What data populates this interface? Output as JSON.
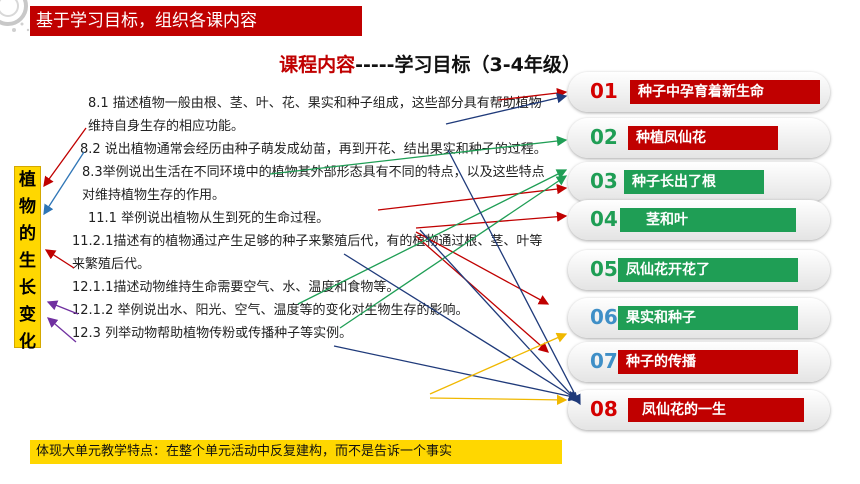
{
  "header": {
    "title": "基于学习目标，组织各课内容"
  },
  "main_title": {
    "part1": "课程内容",
    "part2": "-----学习目标（3-4年级）"
  },
  "side_label": [
    "植",
    "物",
    "的",
    "生",
    "长",
    "变",
    "化"
  ],
  "goals": [
    "8.1 描述植物一般由根、茎、叶、花、果实和种子组成，这些部分具有帮助植物维持自身生存的相应功能。",
    "8.2 说出植物通常会经历由种子萌发成幼苗，再到开花、结出果实和种子的过程。",
    "8.3举例说出生活在不同环境中的植物其外部形态具有不同的特点，以及这些特点对维持植物生存的作用。",
    "11.1 举例说出植物从生到死的生命过程。",
    "11.2.1描述有的植物通过产生足够的种子来繁殖后代，有的植物通过根、茎、叶等来繁殖后代。",
    "12.1.1描述动物维持生命需要空气、水、温度和食物等。",
    "12.1.2 举例说出水、阳光、空气、温度等的变化对生物生存的影响。",
    "12.3 列举动物帮助植物传粉或传播种子等实例。"
  ],
  "lessons": [
    {
      "num": "01",
      "title": "种子中孕育着新生命",
      "num_color": "#d40000",
      "tag_color": "#c00000"
    },
    {
      "num": "02",
      "title": "种植凤仙花",
      "num_color": "#1f9e55",
      "tag_color": "#c00000"
    },
    {
      "num": "03",
      "title": "种子长出了根",
      "num_color": "#1f9e55",
      "tag_color": "#1f9e55"
    },
    {
      "num": "04",
      "title": "茎和叶",
      "num_color": "#1f9e55",
      "tag_color": "#1f9e55"
    },
    {
      "num": "05",
      "title": "凤仙花开花了",
      "num_color": "#1f9e55",
      "tag_color": "#1f9e55"
    },
    {
      "num": "06",
      "title": "果实和种子",
      "num_color": "#3f8fc7",
      "tag_color": "#1f9e55"
    },
    {
      "num": "07",
      "title": "种子的传播",
      "num_color": "#3f8fc7",
      "tag_color": "#c00000"
    },
    {
      "num": "08",
      "title": "凤仙花的一生",
      "num_color": "#d40000",
      "tag_color": "#c00000"
    }
  ],
  "bottom_note": "体现大单元教学特点：在整个单元活动中反复建构，而不是告诉一个事实",
  "arrow_colors": {
    "red": "#c00000",
    "green": "#1f9e55",
    "navy": "#1f3a7a",
    "gold": "#f0b800",
    "blue": "#2e75b6",
    "purple": "#7030a0"
  }
}
